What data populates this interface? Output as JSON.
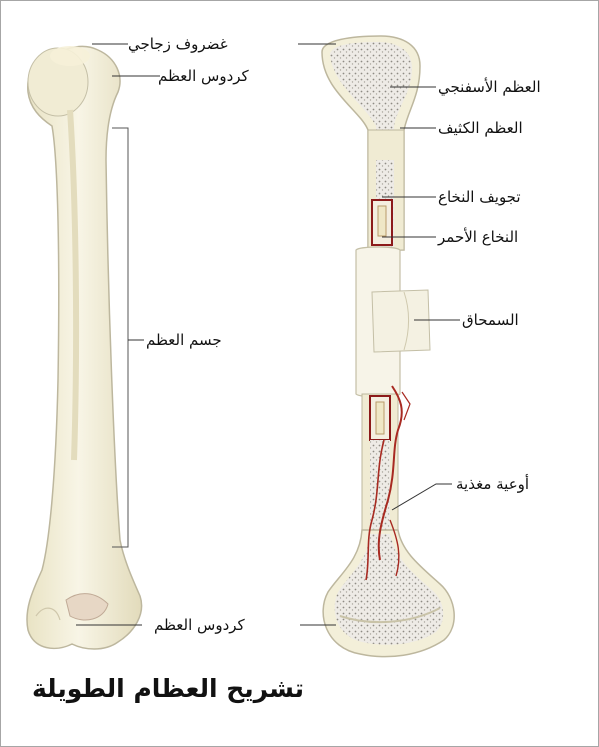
{
  "title": "تشريح العظام الطويلة",
  "labels": {
    "articular_cartilage": "غضروف زجاجي",
    "epiphysis_top": "كردوس العظم",
    "diaphysis": "جسم العظم",
    "epiphysis_bottom": "كردوس العظم",
    "spongy_bone": "العظم الأسفنجي",
    "compact_bone": "العظم الكثيف",
    "medullary_cavity": "تجويف النخاع",
    "red_marrow": "النخاع الأحمر",
    "periosteum": "السمحاق",
    "nutrient_vessels": "أوعية مغذية"
  },
  "colors": {
    "bone": "#f3efd9",
    "bone_outline": "#b9b49c",
    "cartilage": "#e4dcc0",
    "spongy": "#ece9e2",
    "marrow_red": "#8c1a1a",
    "vessel": "#a82a22",
    "leader": "#333333"
  }
}
